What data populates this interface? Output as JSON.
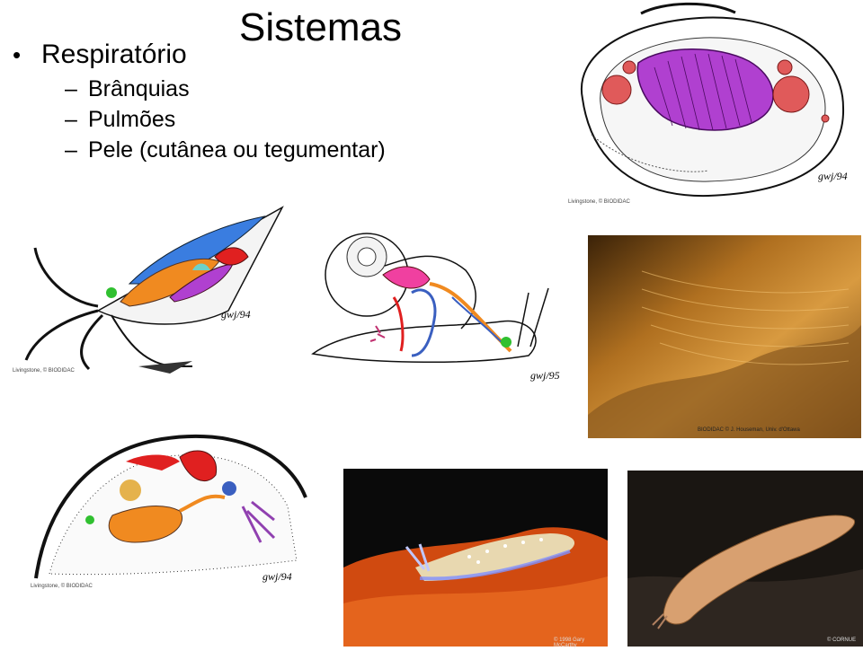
{
  "slide": {
    "title": "Sistemas",
    "bullet": "Respiratório",
    "items": [
      "Brânquias",
      "Pulmões",
      "Pele (cutânea ou tegumentar)"
    ]
  },
  "figures": {
    "clam": {
      "credit": "Livingstone, © BIODIDAC",
      "signature": "gwj/94"
    },
    "squid": {
      "credit": "Livingstone, © BIODIDAC",
      "signature": "gwj/94"
    },
    "snail": {
      "signature": "gwj/95"
    },
    "gill_photo": {
      "credit": "BIODIDAC © J. Houseman, Univ. d'Ottawa"
    },
    "chiton": {
      "credit": "Livingstone, © BIODIDAC",
      "signature": "gwj/94"
    },
    "nudibranch": {
      "credit": "© 1998 Gary McCarthy"
    },
    "slug": {
      "credit": "© CORNUE"
    }
  }
}
